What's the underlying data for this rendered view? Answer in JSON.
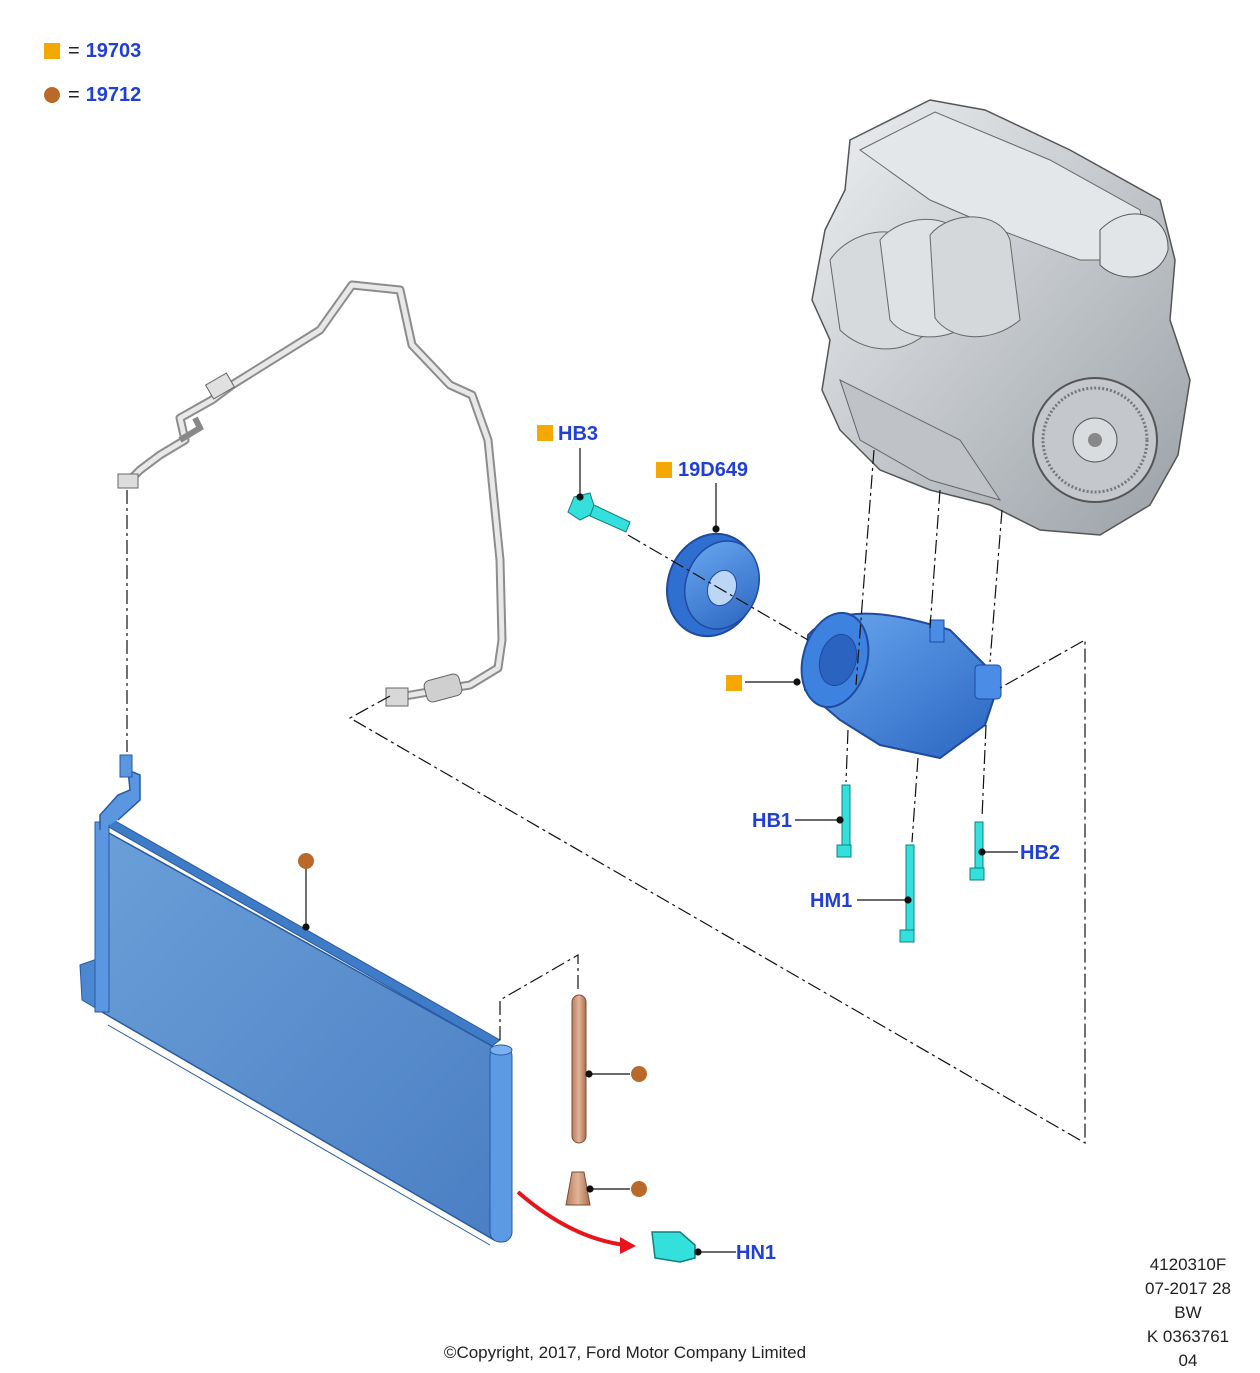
{
  "legend": [
    {
      "symbol": "square-icon",
      "equals": "=",
      "code": "19703",
      "color": "#f5a800"
    },
    {
      "symbol": "circle-icon",
      "equals": "=",
      "code": "19712",
      "color": "#b96a2a"
    }
  ],
  "callouts": {
    "hb3": "HB3",
    "pulley": "19D649",
    "hb1": "HB1",
    "hb2": "HB2",
    "hm1": "HM1",
    "hn1": "HN1"
  },
  "colors": {
    "label_blue": "#1f3fd6",
    "part_blue": "#3f86e0",
    "fastener_cyan": "#33e0dc",
    "drier_tan": "#d09a7a",
    "arrow_red": "#e8141c",
    "engine_grey": "#c9cdd2"
  },
  "meta": {
    "line1": "4120310F",
    "line2": "07-2017 28",
    "line3": "BW",
    "line4": "K 0363761 04"
  },
  "copyright": "©Copyright, 2017, Ford Motor Company Limited"
}
